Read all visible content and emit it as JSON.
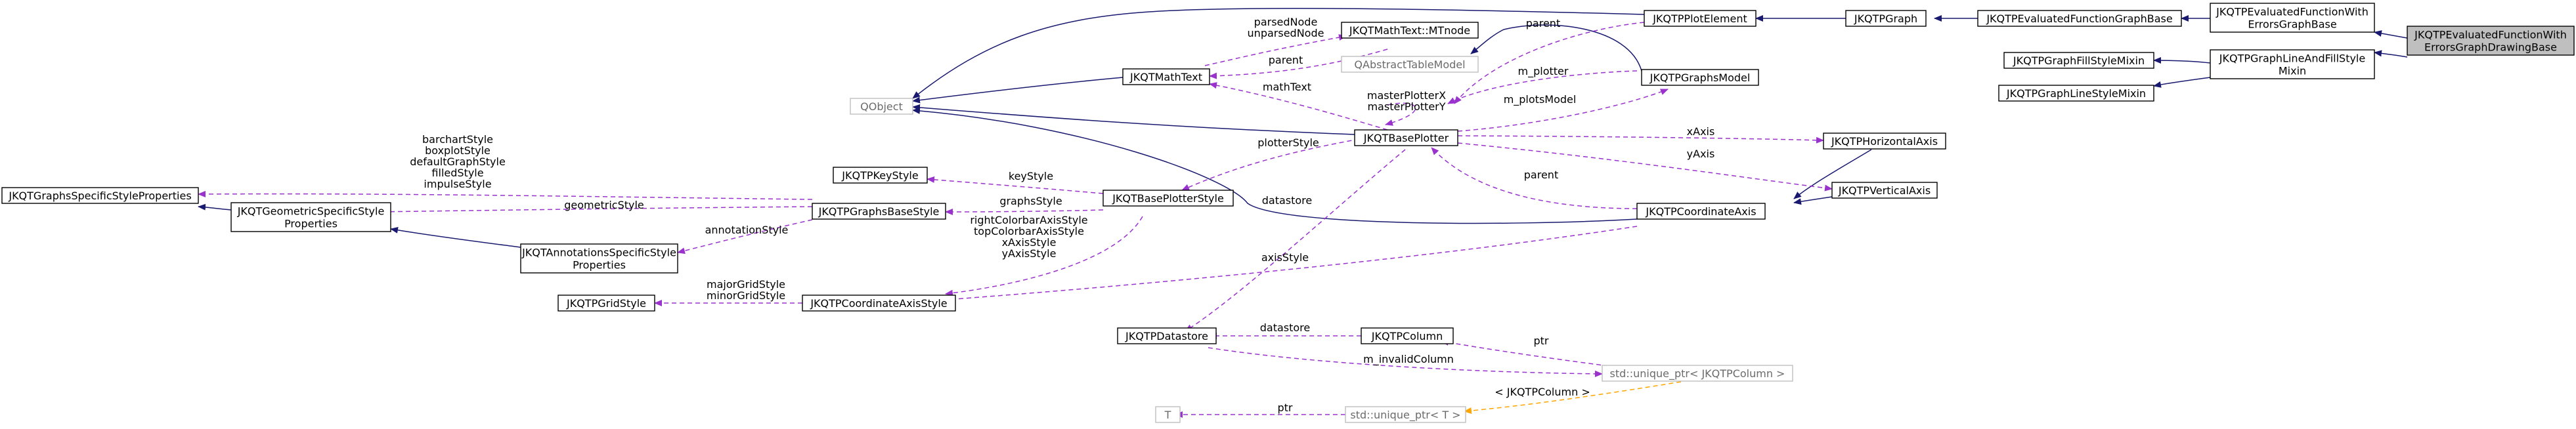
{
  "nodes": {
    "focus": [
      "JKQTPEvaluatedFunctionWith",
      "ErrorsGraphDrawingBase"
    ],
    "evalErrBase": [
      "JKQTPEvaluatedFunctionWith",
      "ErrorsGraphBase"
    ],
    "evalBase": [
      "JKQTPEvaluatedFunctionGraphBase"
    ],
    "graph": [
      "JKQTPGraph"
    ],
    "plotElement": [
      "JKQTPPlotElement"
    ],
    "fillStyle": [
      "JKQTPGraphFillStyleMixin"
    ],
    "lineAndFill": [
      "JKQTPGraphLineAndFillStyle",
      "Mixin"
    ],
    "lineStyle": [
      "JKQTPGraphLineStyleMixin"
    ],
    "mtnode": [
      "JKQTMathText::MTnode"
    ],
    "qabstract": [
      "QAbstractTableModel"
    ],
    "mathtext": [
      "JKQTMathText"
    ],
    "graphsModel": [
      "JKQTPGraphsModel"
    ],
    "qobject": [
      "QObject"
    ],
    "basePlotter": [
      "JKQTBasePlotter"
    ],
    "hAxis": [
      "JKQTPHorizontalAxis"
    ],
    "vAxis": [
      "JKQTPVerticalAxis"
    ],
    "coordAxis": [
      "JKQTPCoordinateAxis"
    ],
    "specificStyle": [
      "JKQTGraphsSpecificStyleProperties"
    ],
    "keyStyle": [
      "JKQTPKeyStyle"
    ],
    "geomStyle": [
      "JKQTGeometricSpecificStyle",
      "Properties"
    ],
    "graphsBaseStyle": [
      "JKQTPGraphsBaseStyle"
    ],
    "basePlotterStyle": [
      "JKQTBasePlotterStyle"
    ],
    "annotStyle": [
      "JKQTAnnotationsSpecificStyle",
      "Properties"
    ],
    "gridStyle": [
      "JKQTPGridStyle"
    ],
    "coordAxisStyle": [
      "JKQTPCoordinateAxisStyle"
    ],
    "datastore": [
      "JKQTPDatastore"
    ],
    "column": [
      "JKQTPColumn"
    ],
    "uptrCol": [
      "std::unique_ptr< JKQTPColumn >"
    ],
    "T": [
      "T"
    ],
    "uptrT": [
      "std::unique_ptr< T >"
    ]
  },
  "edge_labels": {
    "parsedNode": [
      "parsedNode",
      "unparsedNode"
    ],
    "parent_mathtext": [
      "parent"
    ],
    "parent_plotelement": [
      "parent"
    ],
    "mathText": [
      "mathText"
    ],
    "m_plotter": [
      "m_plotter"
    ],
    "masterPlotter": [
      "masterPlotterX",
      "masterPlotterY"
    ],
    "m_plotsModel": [
      "m_plotsModel"
    ],
    "xAxis": [
      "xAxis"
    ],
    "yAxis": [
      "yAxis"
    ],
    "plotterStyle": [
      "plotterStyle"
    ],
    "parent_axis": [
      "parent"
    ],
    "datastore_axis": [
      "datastore"
    ],
    "specificStyles": [
      "barchartStyle",
      "boxplotStyle",
      "defaultGraphStyle",
      "filledStyle",
      "impulseStyle"
    ],
    "geometricStyle": [
      "geometricStyle"
    ],
    "keyStyle": [
      "keyStyle"
    ],
    "graphsStyle": [
      "graphsStyle"
    ],
    "annotationStyle": [
      "annotationStyle"
    ],
    "axisStyles": [
      "rightColorbarAxisStyle",
      "topColorbarAxisStyle",
      "xAxisStyle",
      "yAxisStyle"
    ],
    "axisStyle": [
      "axisStyle"
    ],
    "gridStyles": [
      "majorGridStyle",
      "minorGridStyle"
    ],
    "datastore_col": [
      "datastore"
    ],
    "ptr_col": [
      "ptr"
    ],
    "m_invalidColumn": [
      "m_invalidColumn"
    ],
    "tplArg": [
      "< JKQTPColumn >"
    ],
    "ptr_T": [
      "ptr"
    ]
  },
  "colors": {
    "inheritance": "#191970",
    "usage": "#9a32cd",
    "template": "#ffa500",
    "focus_fill": "#bfbfbf",
    "external_border": "#bfbfbf"
  }
}
